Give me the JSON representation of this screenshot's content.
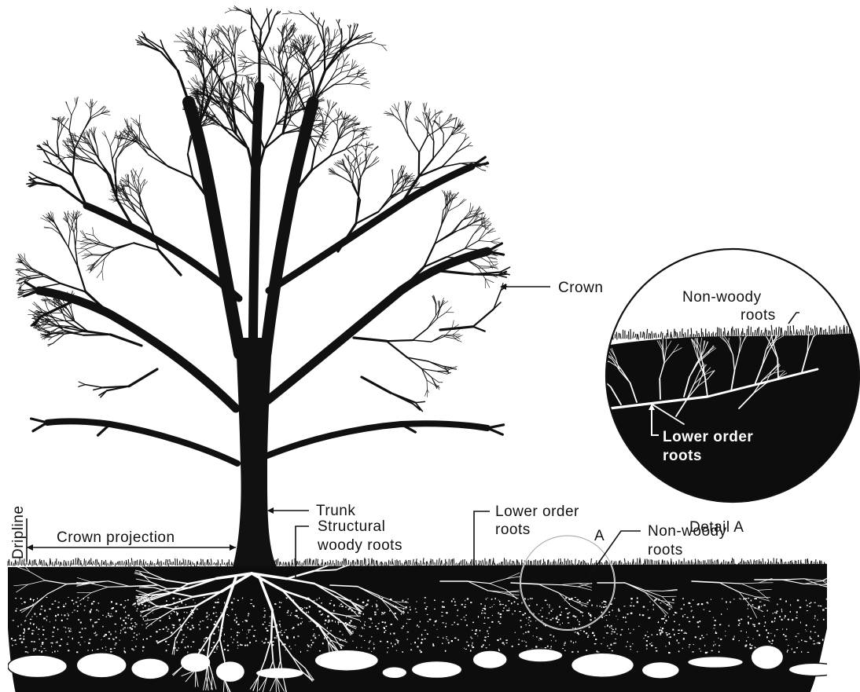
{
  "labels": {
    "crown": "Crown",
    "trunk": "Trunk",
    "crown_projection": "Crown projection",
    "dripline": "Dripline",
    "structural_roots_1": "Structural",
    "structural_roots_2": "woody roots",
    "lower_order_1": "Lower order",
    "lower_order_2": "roots",
    "detail_marker": "A",
    "non_woody_1": "Non-woody",
    "non_woody_2": "roots",
    "detail_non_woody_1": "Non-woody",
    "detail_non_woody_2": "roots",
    "detail_lower_1": "Lower order",
    "detail_lower_2": "roots",
    "detail_caption": "Detail A"
  },
  "colors": {
    "ink": "#111111",
    "paper": "#ffffff",
    "soil": "#0d0d0d"
  }
}
